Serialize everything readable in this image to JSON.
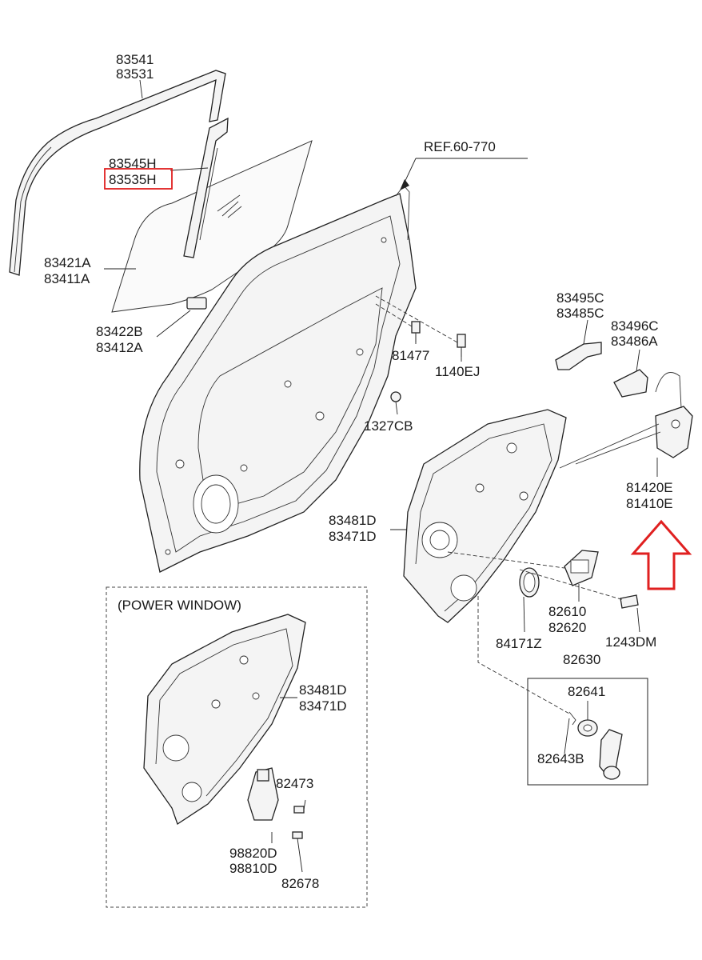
{
  "diagram": {
    "ref_label": "REF.60-770",
    "box_title": "(POWER WINDOW)",
    "labels": {
      "p83541": "83541",
      "p83531": "83531",
      "p83545H": "83545H",
      "p83535H": "83535H",
      "p83421A": "83421A",
      "p83411A": "83411A",
      "p83422B": "83422B",
      "p83412A": "83412A",
      "p81477": "81477",
      "p1140EJ": "1140EJ",
      "p1327CB": "1327CB",
      "p83495C": "83495C",
      "p83485C": "83485C",
      "p83496C": "83496C",
      "p83486A": "83486A",
      "p81420E": "81420E",
      "p81410E": "81410E",
      "p83481D": "83481D",
      "p83471D": "83471D",
      "p82610": "82610",
      "p82620": "82620",
      "p84171Z": "84171Z",
      "p1243DM": "1243DM",
      "p82630": "82630",
      "p82641": "82641",
      "p82643B": "82643B",
      "pw83481D": "83481D",
      "pw83471D": "83471D",
      "p82473": "82473",
      "p98820D": "98820D",
      "p98810D": "98810D",
      "p82678": "82678"
    },
    "highlight_color": "#e02020",
    "arrow_color": "#e02020"
  }
}
